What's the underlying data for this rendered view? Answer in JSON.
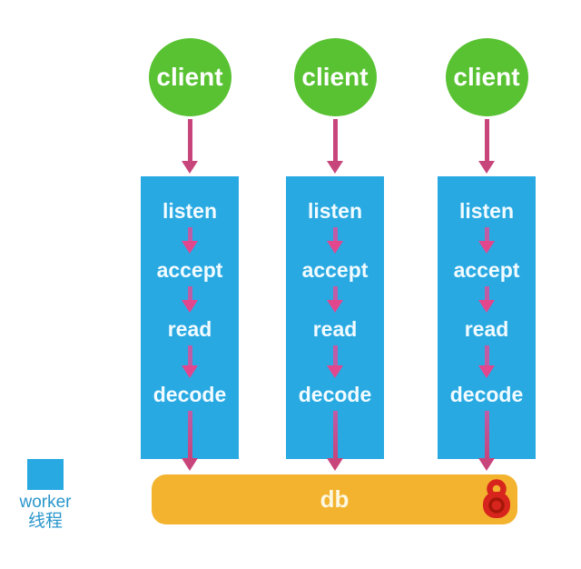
{
  "diagram": {
    "columns": [
      {
        "client_label": "client",
        "stages": [
          "listen",
          "accept",
          "read",
          "decode"
        ]
      },
      {
        "client_label": "client",
        "stages": [
          "listen",
          "accept",
          "read",
          "decode"
        ]
      },
      {
        "client_label": "client",
        "stages": [
          "listen",
          "accept",
          "read",
          "decode"
        ]
      }
    ],
    "db": {
      "label": "db"
    },
    "legend": {
      "line1": "worker",
      "line2": "线程"
    },
    "icons": {
      "lock": "lock-icon"
    },
    "colors": {
      "client_green": "#58c232",
      "worker_blue": "#29a9e2",
      "db_orange": "#f3b32f",
      "arrow_pink": "#c8457c",
      "lock_red": "#d7251d",
      "legend_text_blue": "#2a96cc"
    }
  }
}
